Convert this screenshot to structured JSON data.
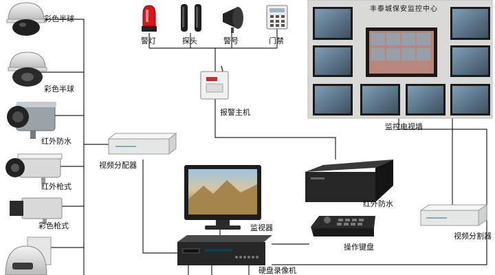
{
  "cameras": [
    {
      "label": "彩色半球"
    },
    {
      "label": "彩色半球"
    },
    {
      "label": "红外防水"
    },
    {
      "label": "红外枪式"
    },
    {
      "label": "彩色枪式"
    }
  ],
  "alarm_devices": [
    {
      "label": "警灯"
    },
    {
      "label": "探头"
    },
    {
      "label": "警号"
    },
    {
      "label": "门禁"
    }
  ],
  "alarm_host": {
    "label": "报警主机"
  },
  "tv_wall": {
    "label": "监控电视墙",
    "banner": "丰泰城保安监控中心"
  },
  "splitter_left": {
    "label": "视频分配器"
  },
  "splitter_right": {
    "label": "视频分割器"
  },
  "monitor": {
    "label": "监视器"
  },
  "ir_device": {
    "label": "红外防水"
  },
  "keyboard": {
    "label": "操作键盘"
  },
  "dvr": {
    "label": "硬盘录像机"
  },
  "colors": {
    "line": "#222222",
    "device_dark": "#2b2b2b",
    "device_light": "#e4e7e6",
    "wall_bg": "#d9d9d6"
  }
}
